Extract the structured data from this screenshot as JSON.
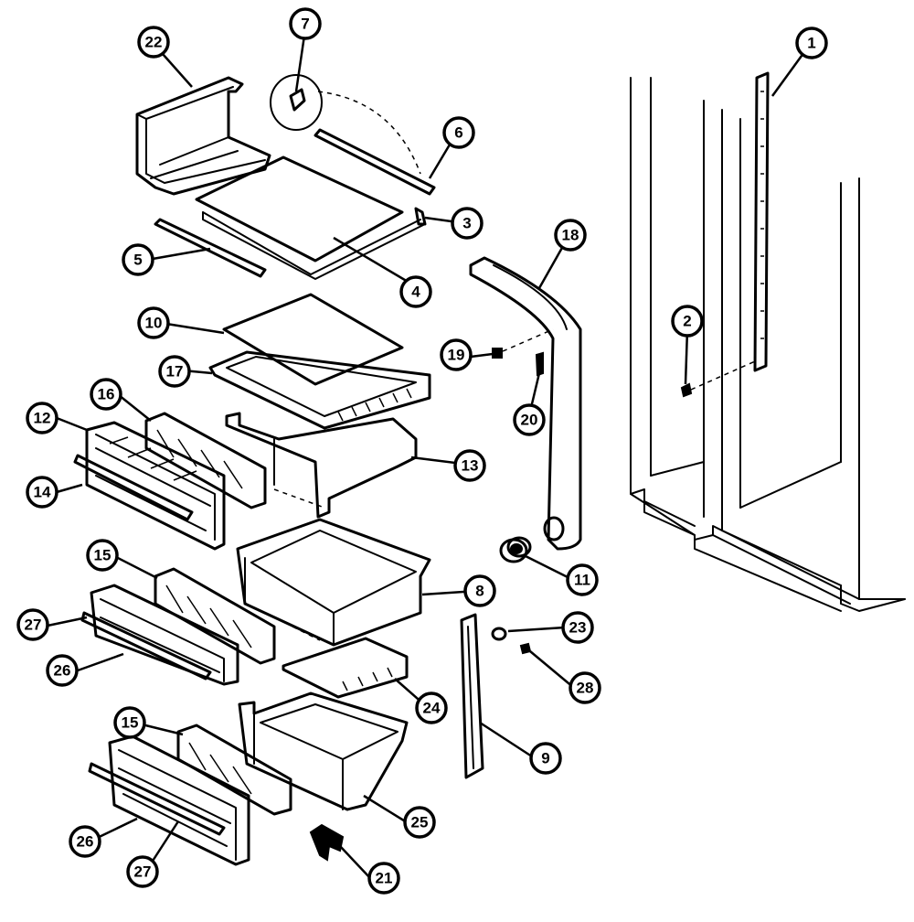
{
  "callouts": [
    {
      "id": "c1",
      "label": "1"
    },
    {
      "id": "c2",
      "label": "2"
    },
    {
      "id": "c3",
      "label": "3"
    },
    {
      "id": "c4",
      "label": "4"
    },
    {
      "id": "c5",
      "label": "5"
    },
    {
      "id": "c6",
      "label": "6"
    },
    {
      "id": "c7",
      "label": "7"
    },
    {
      "id": "c8",
      "label": "8"
    },
    {
      "id": "c9",
      "label": "9"
    },
    {
      "id": "c10",
      "label": "10"
    },
    {
      "id": "c11",
      "label": "11"
    },
    {
      "id": "c12",
      "label": "12"
    },
    {
      "id": "c13",
      "label": "13"
    },
    {
      "id": "c14",
      "label": "14"
    },
    {
      "id": "c15a",
      "label": "15"
    },
    {
      "id": "c15b",
      "label": "15"
    },
    {
      "id": "c16",
      "label": "16"
    },
    {
      "id": "c17",
      "label": "17"
    },
    {
      "id": "c18",
      "label": "18"
    },
    {
      "id": "c19",
      "label": "19"
    },
    {
      "id": "c20",
      "label": "20"
    },
    {
      "id": "c21",
      "label": "21"
    },
    {
      "id": "c22",
      "label": "22"
    },
    {
      "id": "c23",
      "label": "23"
    },
    {
      "id": "c24",
      "label": "24"
    },
    {
      "id": "c25",
      "label": "25"
    },
    {
      "id": "c26a",
      "label": "26"
    },
    {
      "id": "c26b",
      "label": "26"
    },
    {
      "id": "c27a",
      "label": "27"
    },
    {
      "id": "c27b",
      "label": "27"
    },
    {
      "id": "c28",
      "label": "28"
    }
  ],
  "colors": {
    "ink": "#000000",
    "paper": "#ffffff"
  }
}
